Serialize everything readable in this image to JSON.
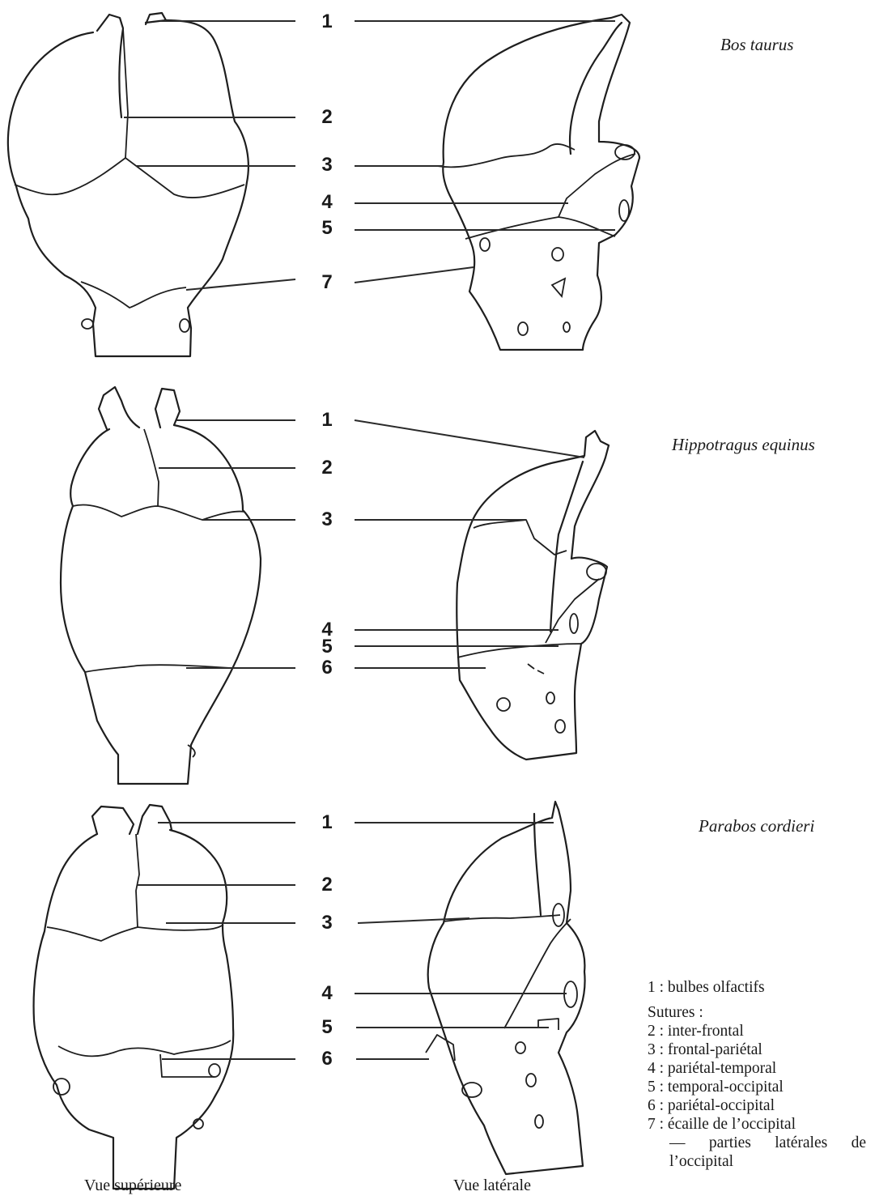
{
  "rows": [
    {
      "species": "Bos taurus",
      "labels": [
        "1",
        "2",
        "3",
        "4",
        "5",
        "7"
      ]
    },
    {
      "species": "Hippotragus equinus",
      "labels": [
        "1",
        "2",
        "3",
        "4",
        "5",
        "6"
      ]
    },
    {
      "species": "Parabos cordieri",
      "labels": [
        "1",
        "2",
        "3",
        "4",
        "5",
        "6"
      ]
    }
  ],
  "captions": {
    "superior": "Vue supérieure",
    "lateral": "Vue latérale"
  },
  "legend": {
    "item1": "1 : bulbes olfactifs",
    "sutures_title": "Sutures :",
    "item2": "2 : inter-frontal",
    "item3": "3 : frontal-pariétal",
    "item4": "4 : pariétal-temporal",
    "item5": "5 : temporal-occipital",
    "item6": "6 : pariétal-occipital",
    "item7": "7 : écaille de l’occipital",
    "item7_cont1": "— parties latérales de",
    "item7_cont2": "l’occipital"
  }
}
